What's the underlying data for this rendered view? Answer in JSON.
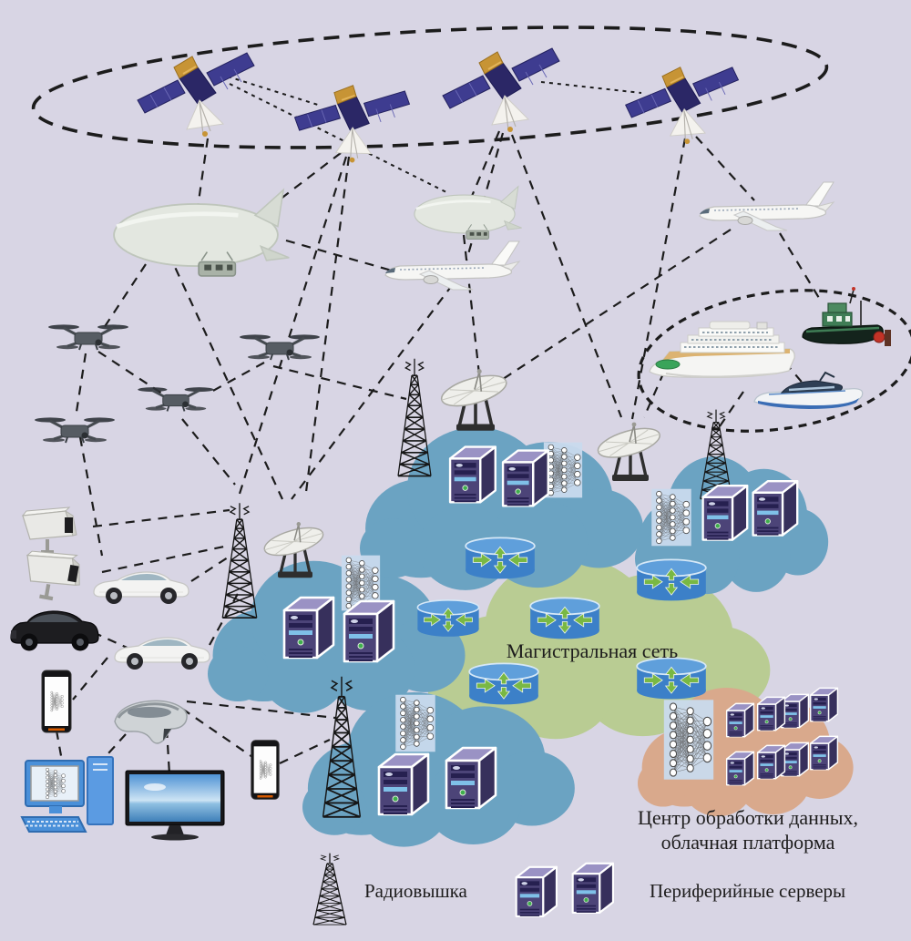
{
  "diagram": {
    "description": "Integrated space-air-ground-sea network architecture diagram",
    "labels": {
      "backbone": "Магистральная сеть",
      "datacenter_line1": "Центр обработки данных,",
      "datacenter_line2": "облачная платформа"
    },
    "legend": {
      "items": [
        {
          "icon": "radio-tower-icon",
          "label": "Радиовышка"
        },
        {
          "icon": "edge-servers-icon",
          "label": "Периферийные серверы"
        }
      ]
    },
    "colors": {
      "background": "#d8d5e4",
      "cloud_blue": "#6ba3c2",
      "cloud_green": "#b9cc93",
      "cloud_orange": "#d9a98c",
      "server_purple": "#4c4478",
      "router_blue": "#3c80c8",
      "arrow_green": "#79b844",
      "line_dark": "#1c1c1c"
    },
    "equipment_counts": {
      "satellites": 4,
      "airships": 2,
      "airplanes": 2,
      "drones": 4,
      "surveillance_cameras": 2,
      "cars": 3,
      "ships": 3,
      "smartphones": 2,
      "vr_headsets": 1,
      "desktop_computers": 1,
      "tv_monitors": 1,
      "radio_towers": 5,
      "satellite_dishes": 3,
      "edge_servers": 10,
      "datacenter_servers": 8,
      "routers": 6,
      "ai_model_icons": 5
    }
  }
}
